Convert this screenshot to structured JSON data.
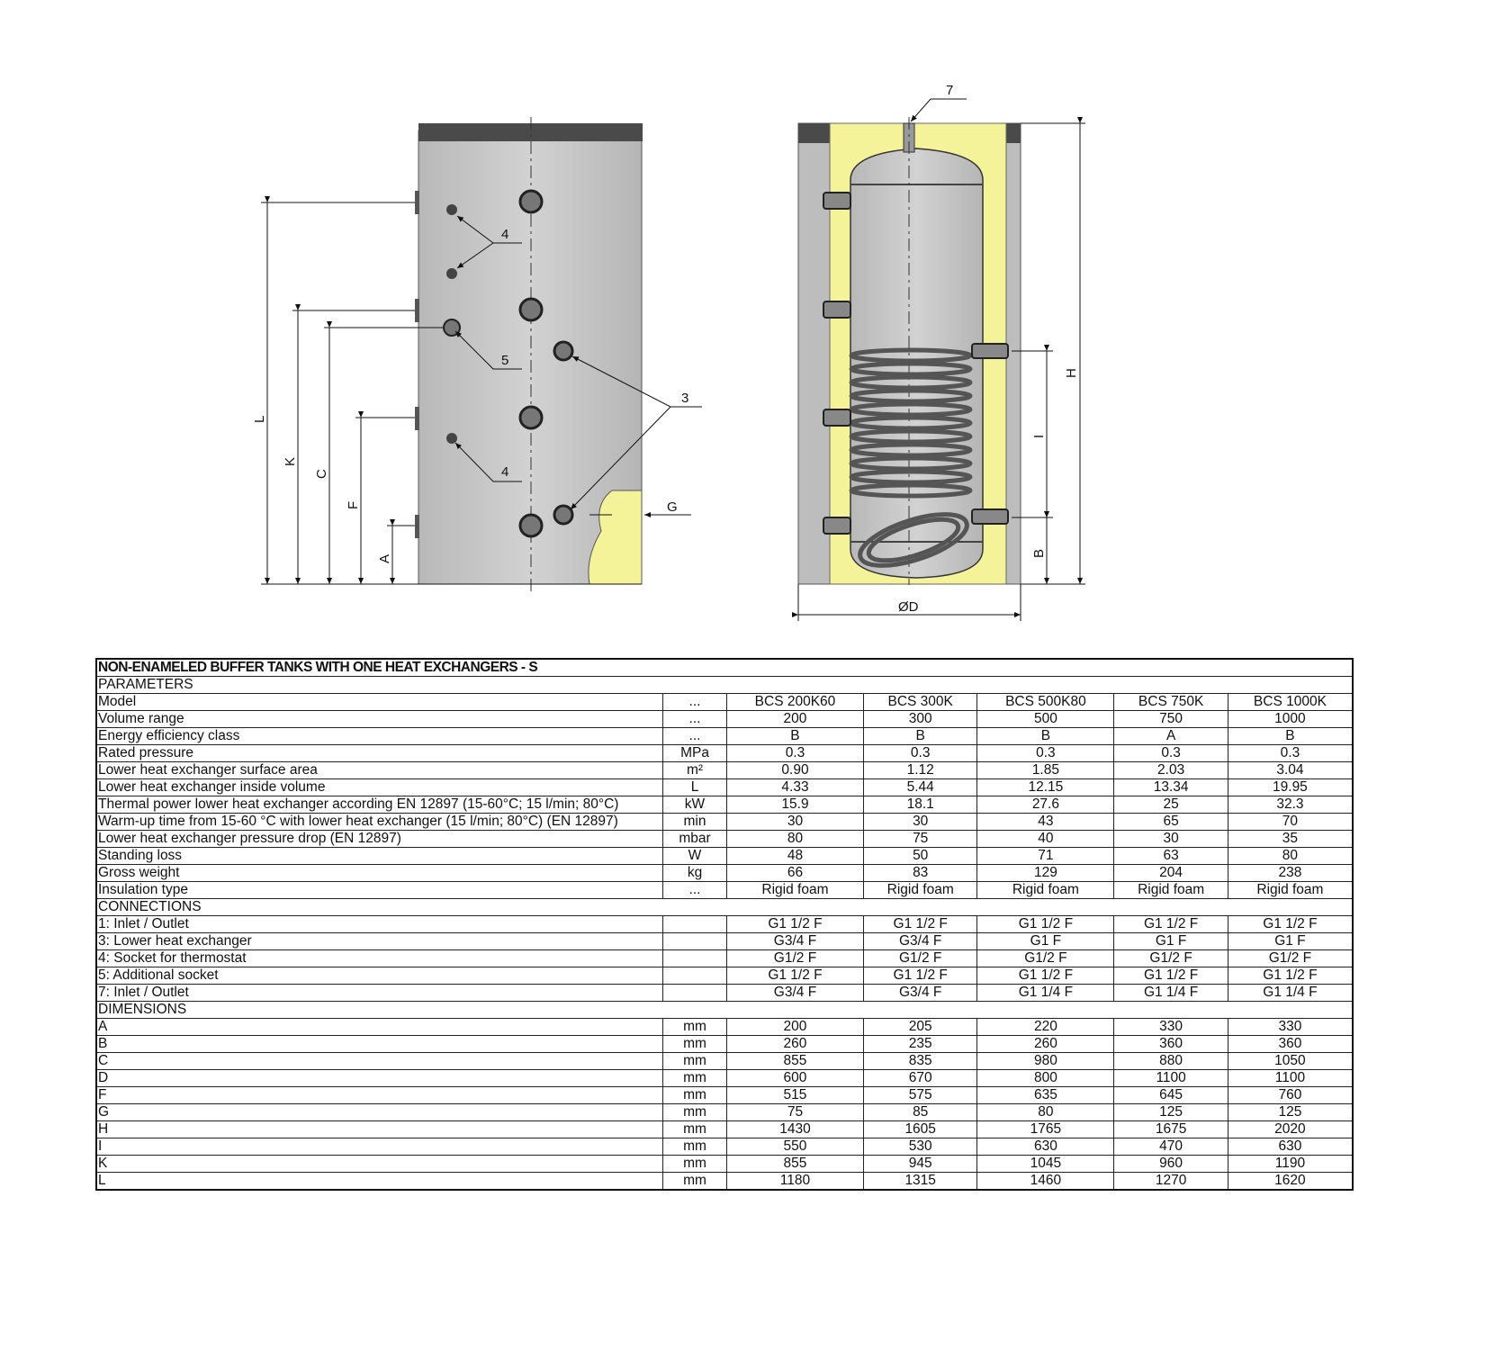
{
  "drawing": {
    "labels": {
      "socket_thermostat": "4",
      "additional_socket": "5",
      "lower_heat_exchanger": "3",
      "inlet_outlet_top": "7",
      "dim_L": "L",
      "dim_K": "K",
      "dim_C": "C",
      "dim_F": "F",
      "dim_A": "A",
      "dim_G": "G",
      "dim_H": "H",
      "dim_I": "I",
      "dim_B": "B",
      "dim_D": "ØD"
    },
    "colors": {
      "shell": "#c8c8c8",
      "cap": "#4a4a4a",
      "insulation": "#f5f39a"
    }
  },
  "table": {
    "title": "NON-ENAMELED BUFFER TANKS WITH ONE HEAT EXCHANGERS - S",
    "sections": [
      {
        "name": "PARAMETERS",
        "rows": [
          {
            "label": "Model",
            "unit": "...",
            "values": [
              "BCS 200K60",
              "BCS 300K",
              "BCS 500K80",
              "BCS 750K",
              "BCS 1000K"
            ]
          },
          {
            "label": "Volume range",
            "unit": "...",
            "values": [
              "200",
              "300",
              "500",
              "750",
              "1000"
            ]
          },
          {
            "label": "Energy efficiency class",
            "unit": "...",
            "values": [
              "B",
              "B",
              "B",
              "A",
              "B"
            ]
          },
          {
            "label": "Rated pressure",
            "unit": "MPa",
            "values": [
              "0.3",
              "0.3",
              "0.3",
              "0.3",
              "0.3"
            ]
          },
          {
            "label": "Lower heat exchanger surface area",
            "unit": "m²",
            "values": [
              "0.90",
              "1.12",
              "1.85",
              "2.03",
              "3.04"
            ]
          },
          {
            "label": "Lower heat exchanger inside volume",
            "unit": "L",
            "values": [
              "4.33",
              "5.44",
              "12.15",
              "13.34",
              "19.95"
            ]
          },
          {
            "label": "Thermal power lower heat exchanger according EN 12897 (15-60°C; 15 l/min; 80°C)",
            "unit": "kW",
            "values": [
              "15.9",
              "18.1",
              "27.6",
              "25",
              "32.3"
            ]
          },
          {
            "label": "Warm-up time from 15-60 °C with lower heat exchanger (15 l/min; 80°C) (EN 12897)",
            "unit": "min",
            "values": [
              "30",
              "30",
              "43",
              "65",
              "70"
            ]
          },
          {
            "label": "Lower heat exchanger pressure drop (EN 12897)",
            "unit": "mbar",
            "values": [
              "80",
              "75",
              "40",
              "30",
              "35"
            ]
          },
          {
            "label": "Standing loss",
            "unit": "W",
            "values": [
              "48",
              "50",
              "71",
              "63",
              "80"
            ]
          },
          {
            "label": "Gross weight",
            "unit": "kg",
            "values": [
              "66",
              "83",
              "129",
              "204",
              "238"
            ]
          },
          {
            "label": "Insulation type",
            "unit": "...",
            "values": [
              "Rigid foam",
              "Rigid foam",
              "Rigid foam",
              "Rigid foam",
              "Rigid foam"
            ]
          }
        ]
      },
      {
        "name": "CONNECTIONS",
        "rows": [
          {
            "label": "1: Inlet / Outlet",
            "unit": "",
            "values": [
              "G1 1/2 F",
              "G1 1/2 F",
              "G1 1/2 F",
              "G1 1/2 F",
              "G1 1/2 F"
            ]
          },
          {
            "label": "3: Lower heat exchanger",
            "unit": "",
            "values": [
              "G3/4 F",
              "G3/4 F",
              "G1 F",
              "G1 F",
              "G1 F"
            ]
          },
          {
            "label": "4: Socket for thermostat",
            "unit": "",
            "values": [
              "G1/2 F",
              "G1/2 F",
              "G1/2 F",
              "G1/2 F",
              "G1/2 F"
            ]
          },
          {
            "label": "5: Additional socket",
            "unit": "",
            "values": [
              "G1 1/2 F",
              "G1 1/2 F",
              "G1 1/2 F",
              "G1 1/2 F",
              "G1 1/2 F"
            ]
          },
          {
            "label": "7: Inlet / Outlet",
            "unit": "",
            "values": [
              "G3/4 F",
              "G3/4 F",
              "G1 1/4 F",
              "G1 1/4 F",
              "G1 1/4 F"
            ]
          }
        ]
      },
      {
        "name": "DIMENSIONS",
        "rows": [
          {
            "label": "A",
            "unit": "mm",
            "values": [
              "200",
              "205",
              "220",
              "330",
              "330"
            ]
          },
          {
            "label": "B",
            "unit": "mm",
            "values": [
              "260",
              "235",
              "260",
              "360",
              "360"
            ]
          },
          {
            "label": "C",
            "unit": "mm",
            "values": [
              "855",
              "835",
              "980",
              "880",
              "1050"
            ]
          },
          {
            "label": "D",
            "unit": "mm",
            "values": [
              "600",
              "670",
              "800",
              "1100",
              "1100"
            ]
          },
          {
            "label": "F",
            "unit": "mm",
            "values": [
              "515",
              "575",
              "635",
              "645",
              "760"
            ]
          },
          {
            "label": "G",
            "unit": "mm",
            "values": [
              "75",
              "85",
              "80",
              "125",
              "125"
            ]
          },
          {
            "label": "H",
            "unit": "mm",
            "values": [
              "1430",
              "1605",
              "1765",
              "1675",
              "2020"
            ]
          },
          {
            "label": "I",
            "unit": "mm",
            "values": [
              "550",
              "530",
              "630",
              "470",
              "630"
            ]
          },
          {
            "label": "K",
            "unit": "mm",
            "values": [
              "855",
              "945",
              "1045",
              "960",
              "1190"
            ]
          },
          {
            "label": "L",
            "unit": "mm",
            "values": [
              "1180",
              "1315",
              "1460",
              "1270",
              "1620"
            ]
          }
        ]
      }
    ]
  }
}
